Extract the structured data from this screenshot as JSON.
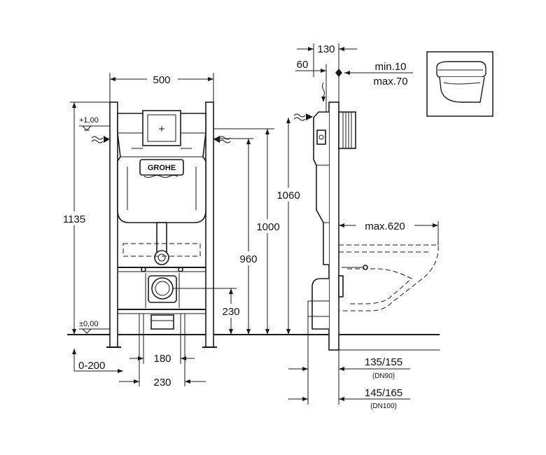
{
  "brand": "GROHE",
  "dimensions": {
    "width_500": "500",
    "height_1135": "1135",
    "level_top": "+1,00",
    "level_zero": "±0,00",
    "h_1060": "1060",
    "h_1000": "1000",
    "h_960": "960",
    "h_230": "230",
    "w_180": "180",
    "w_230": "230",
    "range_0_200": "0-200",
    "side_130": "130",
    "side_60": "60",
    "min_10": "min.10",
    "max_70": "max.70",
    "max_620": "max.620",
    "d_135_155": "135/155",
    "dn90": "(DN90)",
    "d_145_165": "145/165",
    "dn100": "(DN100)"
  },
  "icons": {
    "thumbnail": "wall-hung-toilet-icon",
    "water": "water-supply-icon"
  }
}
